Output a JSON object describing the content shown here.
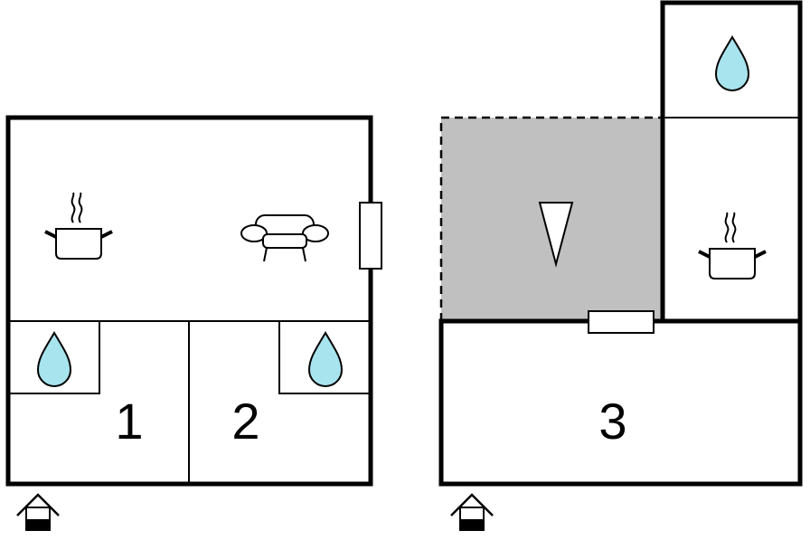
{
  "floorplans": [
    {
      "rooms": [
        {
          "type": "kitchen"
        },
        {
          "type": "living-room"
        },
        {
          "type": "bathroom"
        },
        {
          "type": "bedroom",
          "label": "1"
        },
        {
          "type": "bedroom",
          "label": "2"
        },
        {
          "type": "bathroom"
        }
      ],
      "entrance_icon": "house-entrance-icon"
    },
    {
      "rooms": [
        {
          "type": "terrace"
        },
        {
          "type": "bathroom"
        },
        {
          "type": "kitchen"
        },
        {
          "type": "bedroom",
          "label": "3"
        }
      ],
      "entrance_icon": "house-entrance-icon"
    }
  ],
  "colors": {
    "water": "#a8e4ee",
    "terrace": "#c0c0c0",
    "wall": "#000000",
    "background": "#ffffff"
  }
}
